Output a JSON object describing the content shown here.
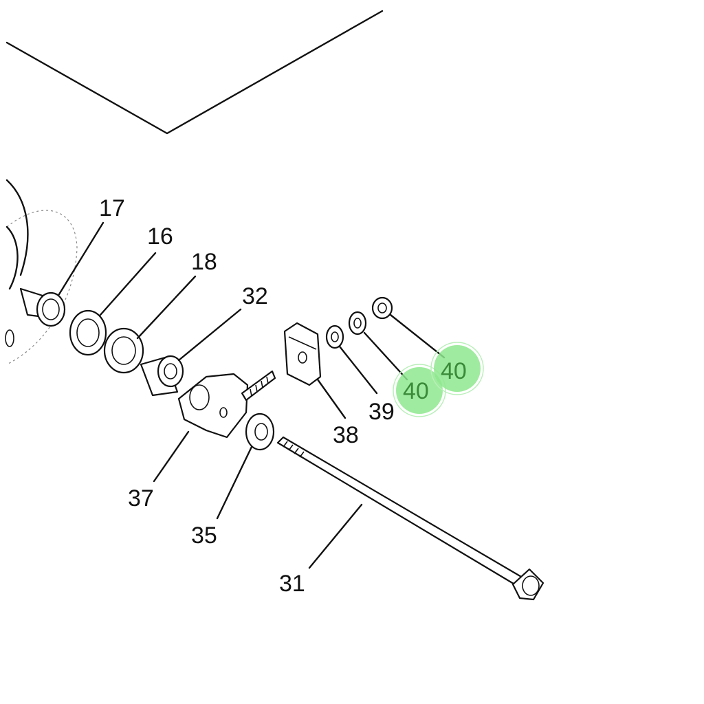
{
  "diagram": {
    "callouts": [
      {
        "id": "17",
        "text": "17",
        "highlighted": false
      },
      {
        "id": "16",
        "text": "16",
        "highlighted": false
      },
      {
        "id": "18",
        "text": "18",
        "highlighted": false
      },
      {
        "id": "32",
        "text": "32",
        "highlighted": false
      },
      {
        "id": "38",
        "text": "38",
        "highlighted": false
      },
      {
        "id": "39",
        "text": "39",
        "highlighted": false
      },
      {
        "id": "40a",
        "text": "40",
        "highlighted": true
      },
      {
        "id": "40b",
        "text": "40",
        "highlighted": true
      },
      {
        "id": "37",
        "text": "37",
        "highlighted": false
      },
      {
        "id": "35",
        "text": "35",
        "highlighted": false
      },
      {
        "id": "31",
        "text": "31",
        "highlighted": false
      }
    ],
    "highlight_color": "#8ee88e",
    "label_color": "#111111",
    "highlight_text_color": "#3a8a3a"
  }
}
